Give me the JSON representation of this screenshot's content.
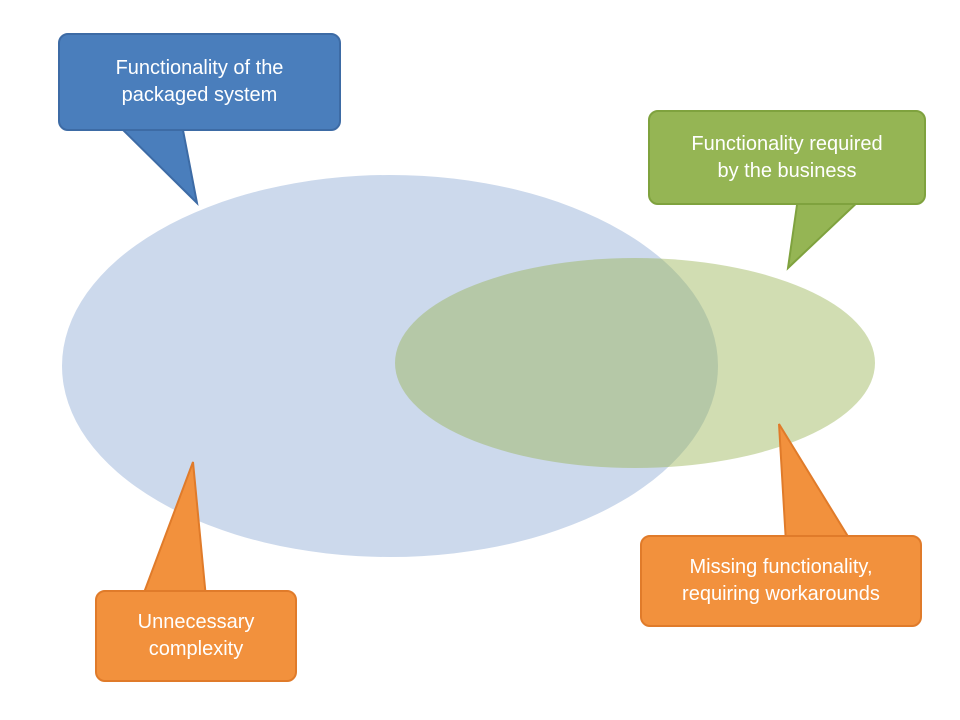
{
  "diagram": {
    "type": "venn-callout-diagram",
    "background": "#ffffff",
    "venn": {
      "left_ellipse": {
        "label": "Functionality of the packaged system",
        "fill": "#ccd9ec",
        "opacity": "1"
      },
      "right_ellipse": {
        "label": "Functionality required by the business",
        "fill": "#9ab455",
        "opacity": "0.45"
      }
    },
    "callouts": {
      "packaged": {
        "text": "Functionality of the\npackaged system",
        "fill": "#4a7ebc",
        "border": "#3d6ba5",
        "text_color": "#ffffff"
      },
      "required": {
        "text": "Functionality required\nby the business",
        "fill": "#95b554",
        "border": "#7fa23e",
        "text_color": "#ffffff"
      },
      "complexity": {
        "text": "Unnecessary\ncomplexity",
        "fill": "#f2913d",
        "border": "#e07b2a",
        "text_color": "#ffffff"
      },
      "missing": {
        "text": "Missing functionality,\nrequiring workarounds",
        "fill": "#f2913d",
        "border": "#e07b2a",
        "text_color": "#ffffff"
      }
    }
  }
}
